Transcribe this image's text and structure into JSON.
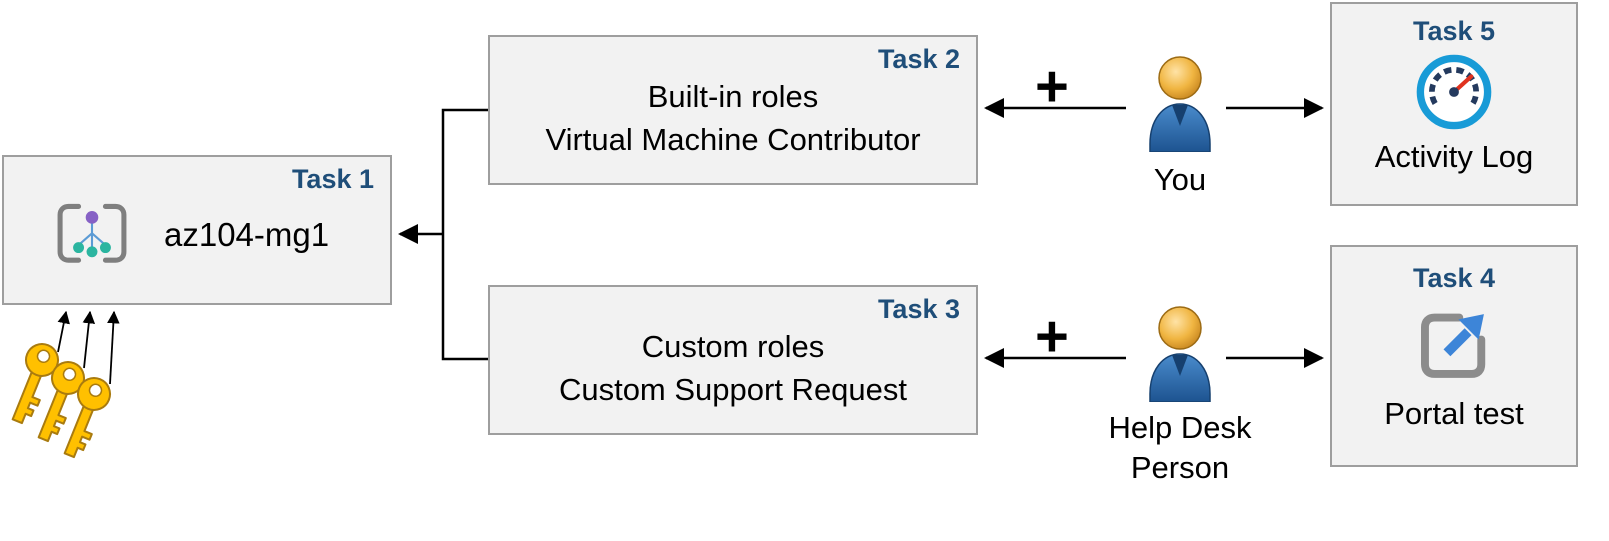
{
  "boxes": {
    "task1": {
      "tag": "Task 1",
      "title": "az104-mg1"
    },
    "task2": {
      "tag": "Task 2",
      "line1": "Built-in roles",
      "line2": "Virtual Machine Contributor"
    },
    "task3": {
      "tag": "Task 3",
      "line1": "Custom roles",
      "line2": "Custom Support Request"
    },
    "task4": {
      "tag": "Task 4",
      "caption": "Portal test"
    },
    "task5": {
      "tag": "Task 5",
      "caption": "Activity Log"
    }
  },
  "actors": {
    "you": {
      "label": "You"
    },
    "help_desk": {
      "label_line1": "Help Desk",
      "label_line2": "Person"
    }
  },
  "operators": {
    "plus_top": "+",
    "plus_bottom": "+"
  },
  "icons": {
    "task1_icon": "management-group-icon",
    "task5_icon": "activity-log-gauge-icon",
    "task4_icon": "portal-external-link-icon",
    "you_icon": "person-icon",
    "help_desk_icon": "person-icon",
    "keys_icon": "key-icon",
    "keys_count": 3
  },
  "colors": {
    "box_fill": "#f2f2f2",
    "box_border": "#9e9e9e",
    "task_tag_blue": "#1f4e79",
    "arrow_black": "#000000",
    "key_gold": "#ffc000",
    "person_body_blue": "#2e75b6",
    "person_head_gold": "#e2a33d",
    "gauge_ring_blue": "#189bd7",
    "gauge_needle_red": "#e0321f",
    "portal_arrow_blue": "#3d85d8",
    "mg_node_purple": "#8661c5",
    "mg_node_teal": "#2bb5a0"
  }
}
